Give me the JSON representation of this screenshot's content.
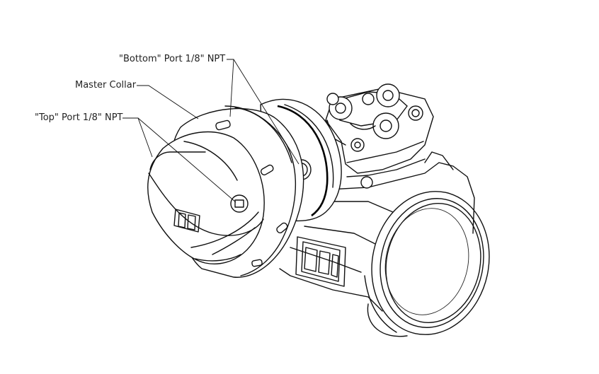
{
  "callouts": {
    "bottom_port": "\"Bottom\" Port 1/8\" NPT",
    "master_collar": "Master Collar",
    "top_port": "\"Top\" Port 1/8\" NPT"
  },
  "colors": {
    "line": "#111111",
    "background": "#ffffff"
  }
}
